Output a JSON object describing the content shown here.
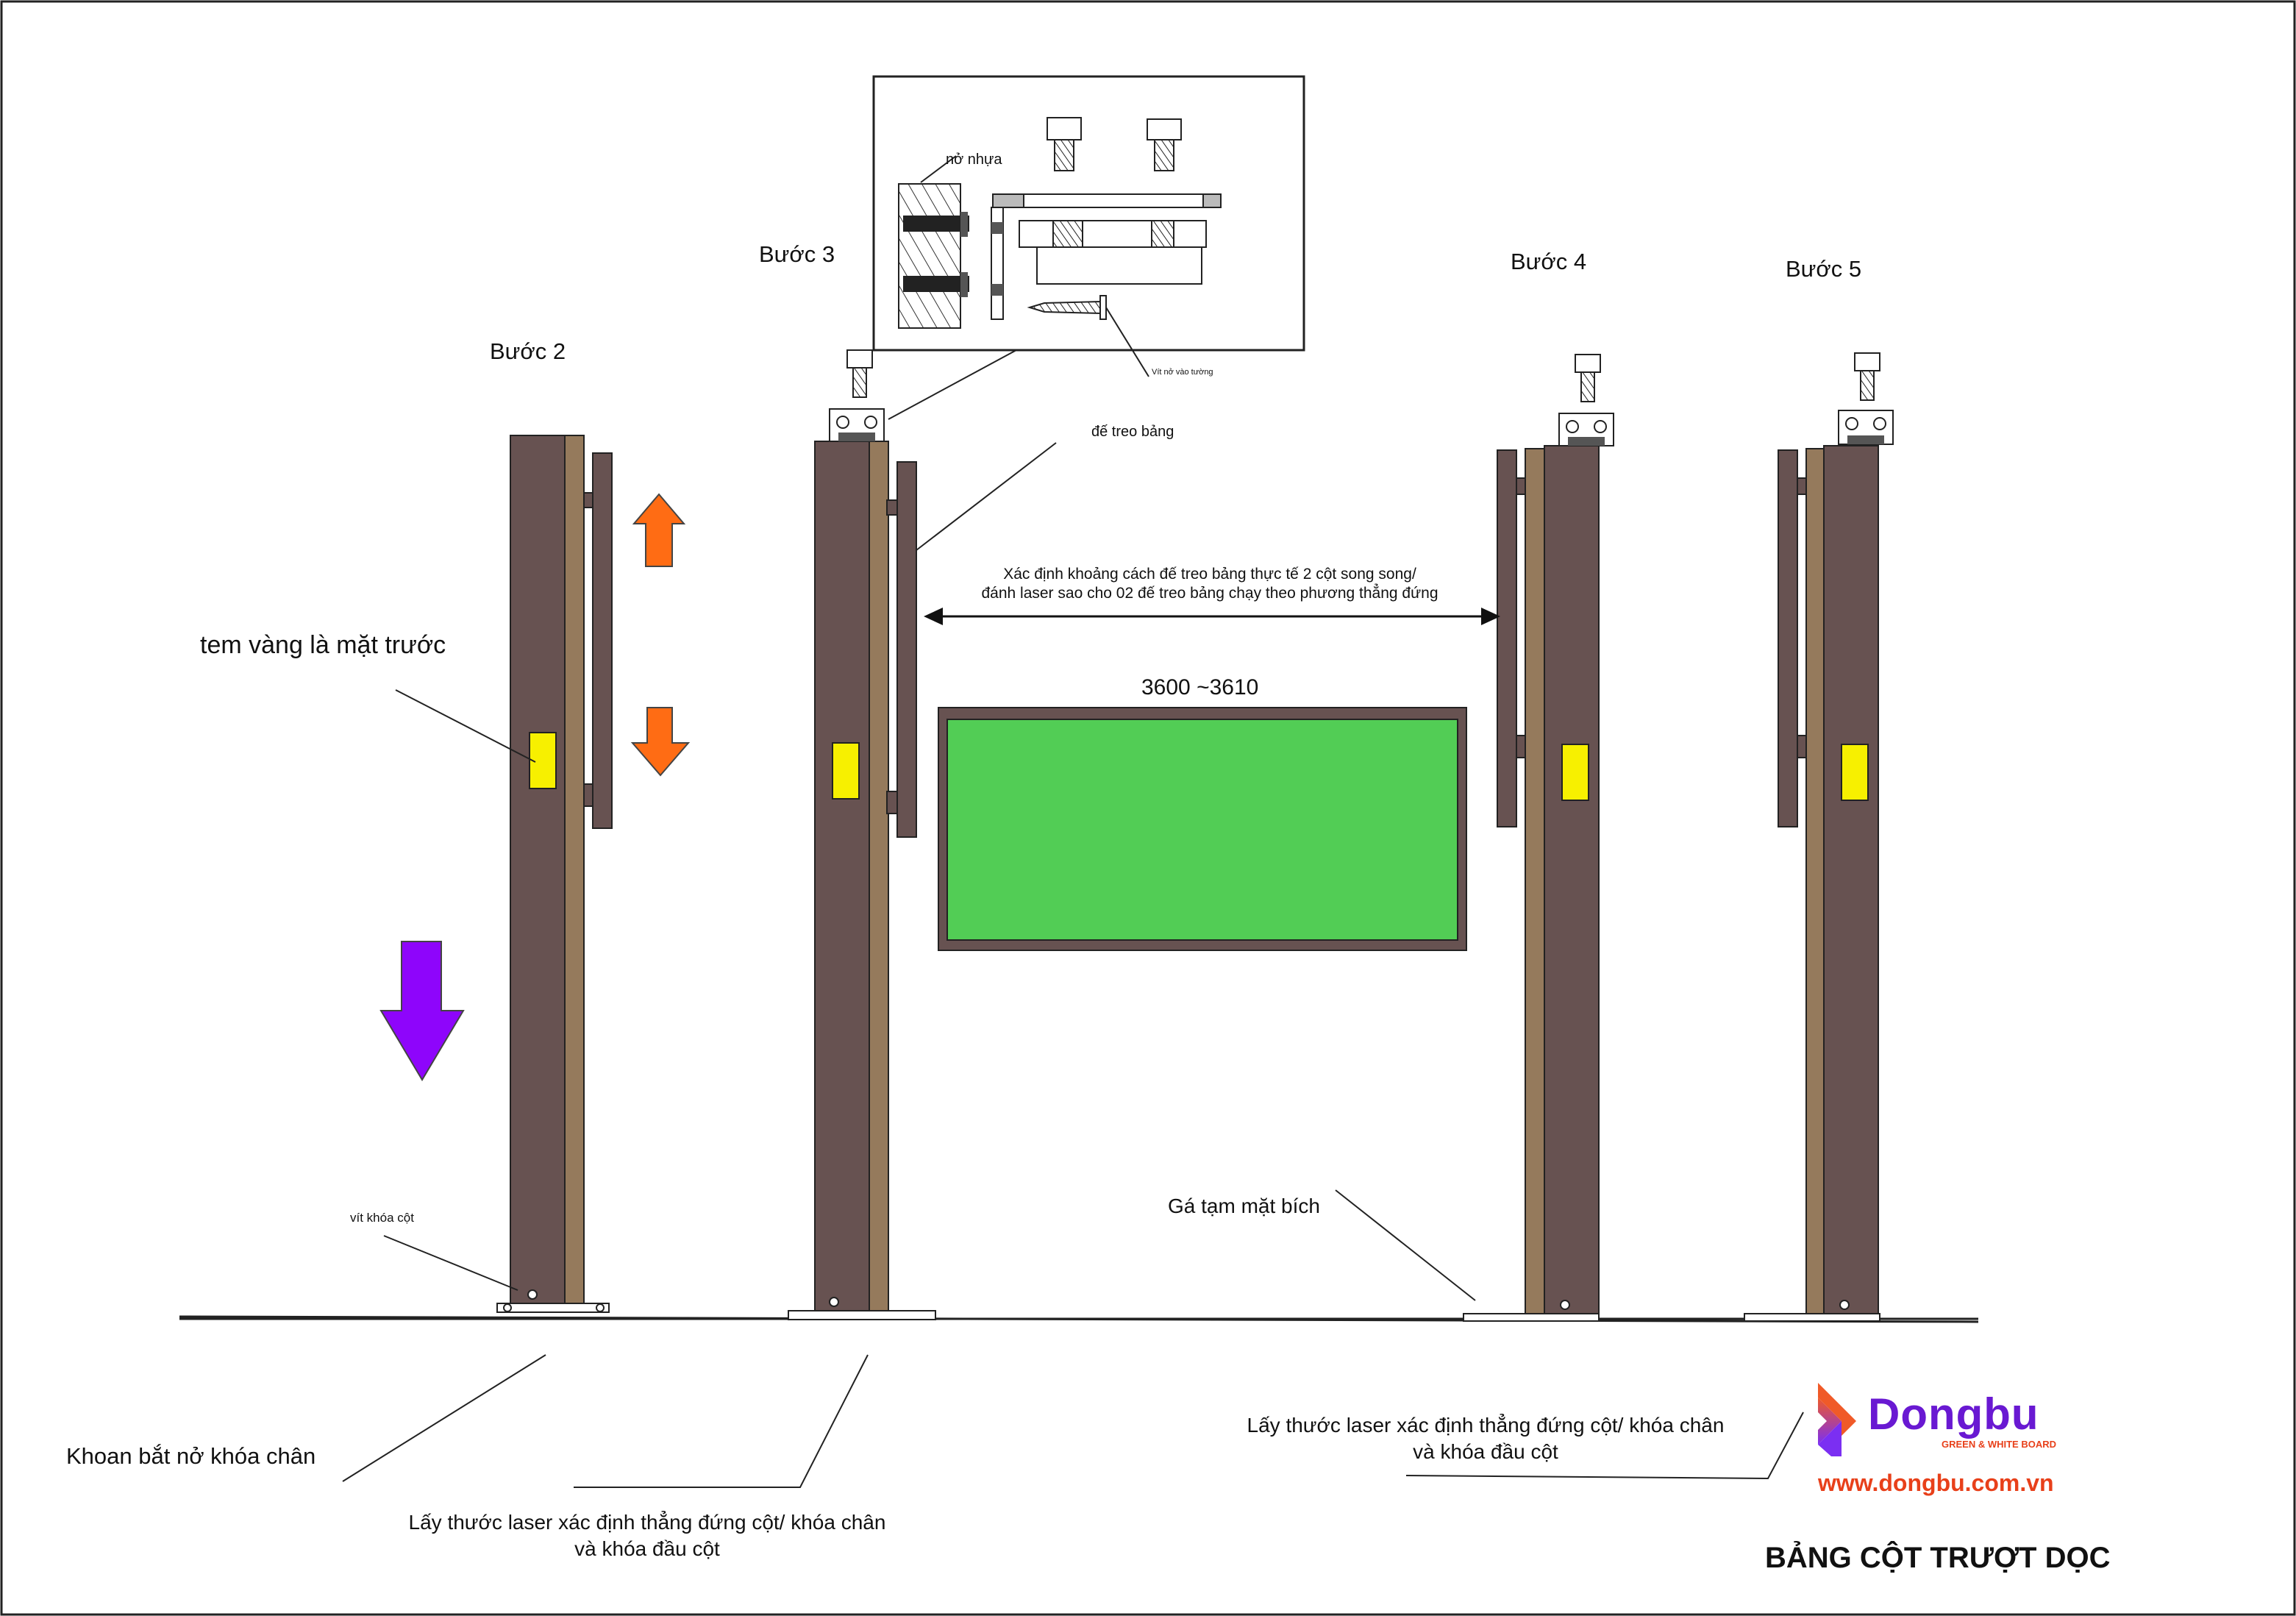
{
  "steps": {
    "step2": "Bước 2",
    "step3": "Bước 3",
    "step4": "Bước 4",
    "step5": "Bước 5"
  },
  "detail": {
    "plastic_anchor": "nở nhựa",
    "wall_screw": "Vít nở vào tường"
  },
  "labels": {
    "yellow_tag": "tem vàng là mặt trước",
    "column_lock_screw": "vít khóa cột",
    "board_hanger": "đế treo bảng",
    "distance_note_line1": "Xác định khoảng cách đế treo bảng thực tế 2 cột song song/",
    "distance_note_line2": "đánh laser sao cho 02 đế treo bảng chạy theo phương thẳng đứng",
    "dimension": "3600 ~3610",
    "temp_flange": "Gá tạm mặt bích",
    "drill_anchor": "Khoan bắt nở khóa chân",
    "laser_note_left_line1": "Lấy thước laser xác định thẳng đứng cột/ khóa chân",
    "laser_note_left_line2": "và khóa đầu cột",
    "laser_note_right_line1": "Lấy thước laser xác định thẳng đứng cột/ khóa chân",
    "laser_note_right_line2": "và khóa đầu cột",
    "title": "BẢNG CỘT TRƯỢT DỌC"
  },
  "brand": {
    "name": "Dongbu",
    "tagline": "GREEN & WHITE BOARD",
    "website": "www.dongbu.com.vn"
  },
  "colors": {
    "column": "#675251",
    "rail": "#957a5c",
    "tag": "#f7f000",
    "board": "#52cd55",
    "arrow_orange": "#ff6c14",
    "arrow_purple": "#8e05fb",
    "brand_purple": "#6919d2",
    "brand_red": "#e8401a"
  }
}
